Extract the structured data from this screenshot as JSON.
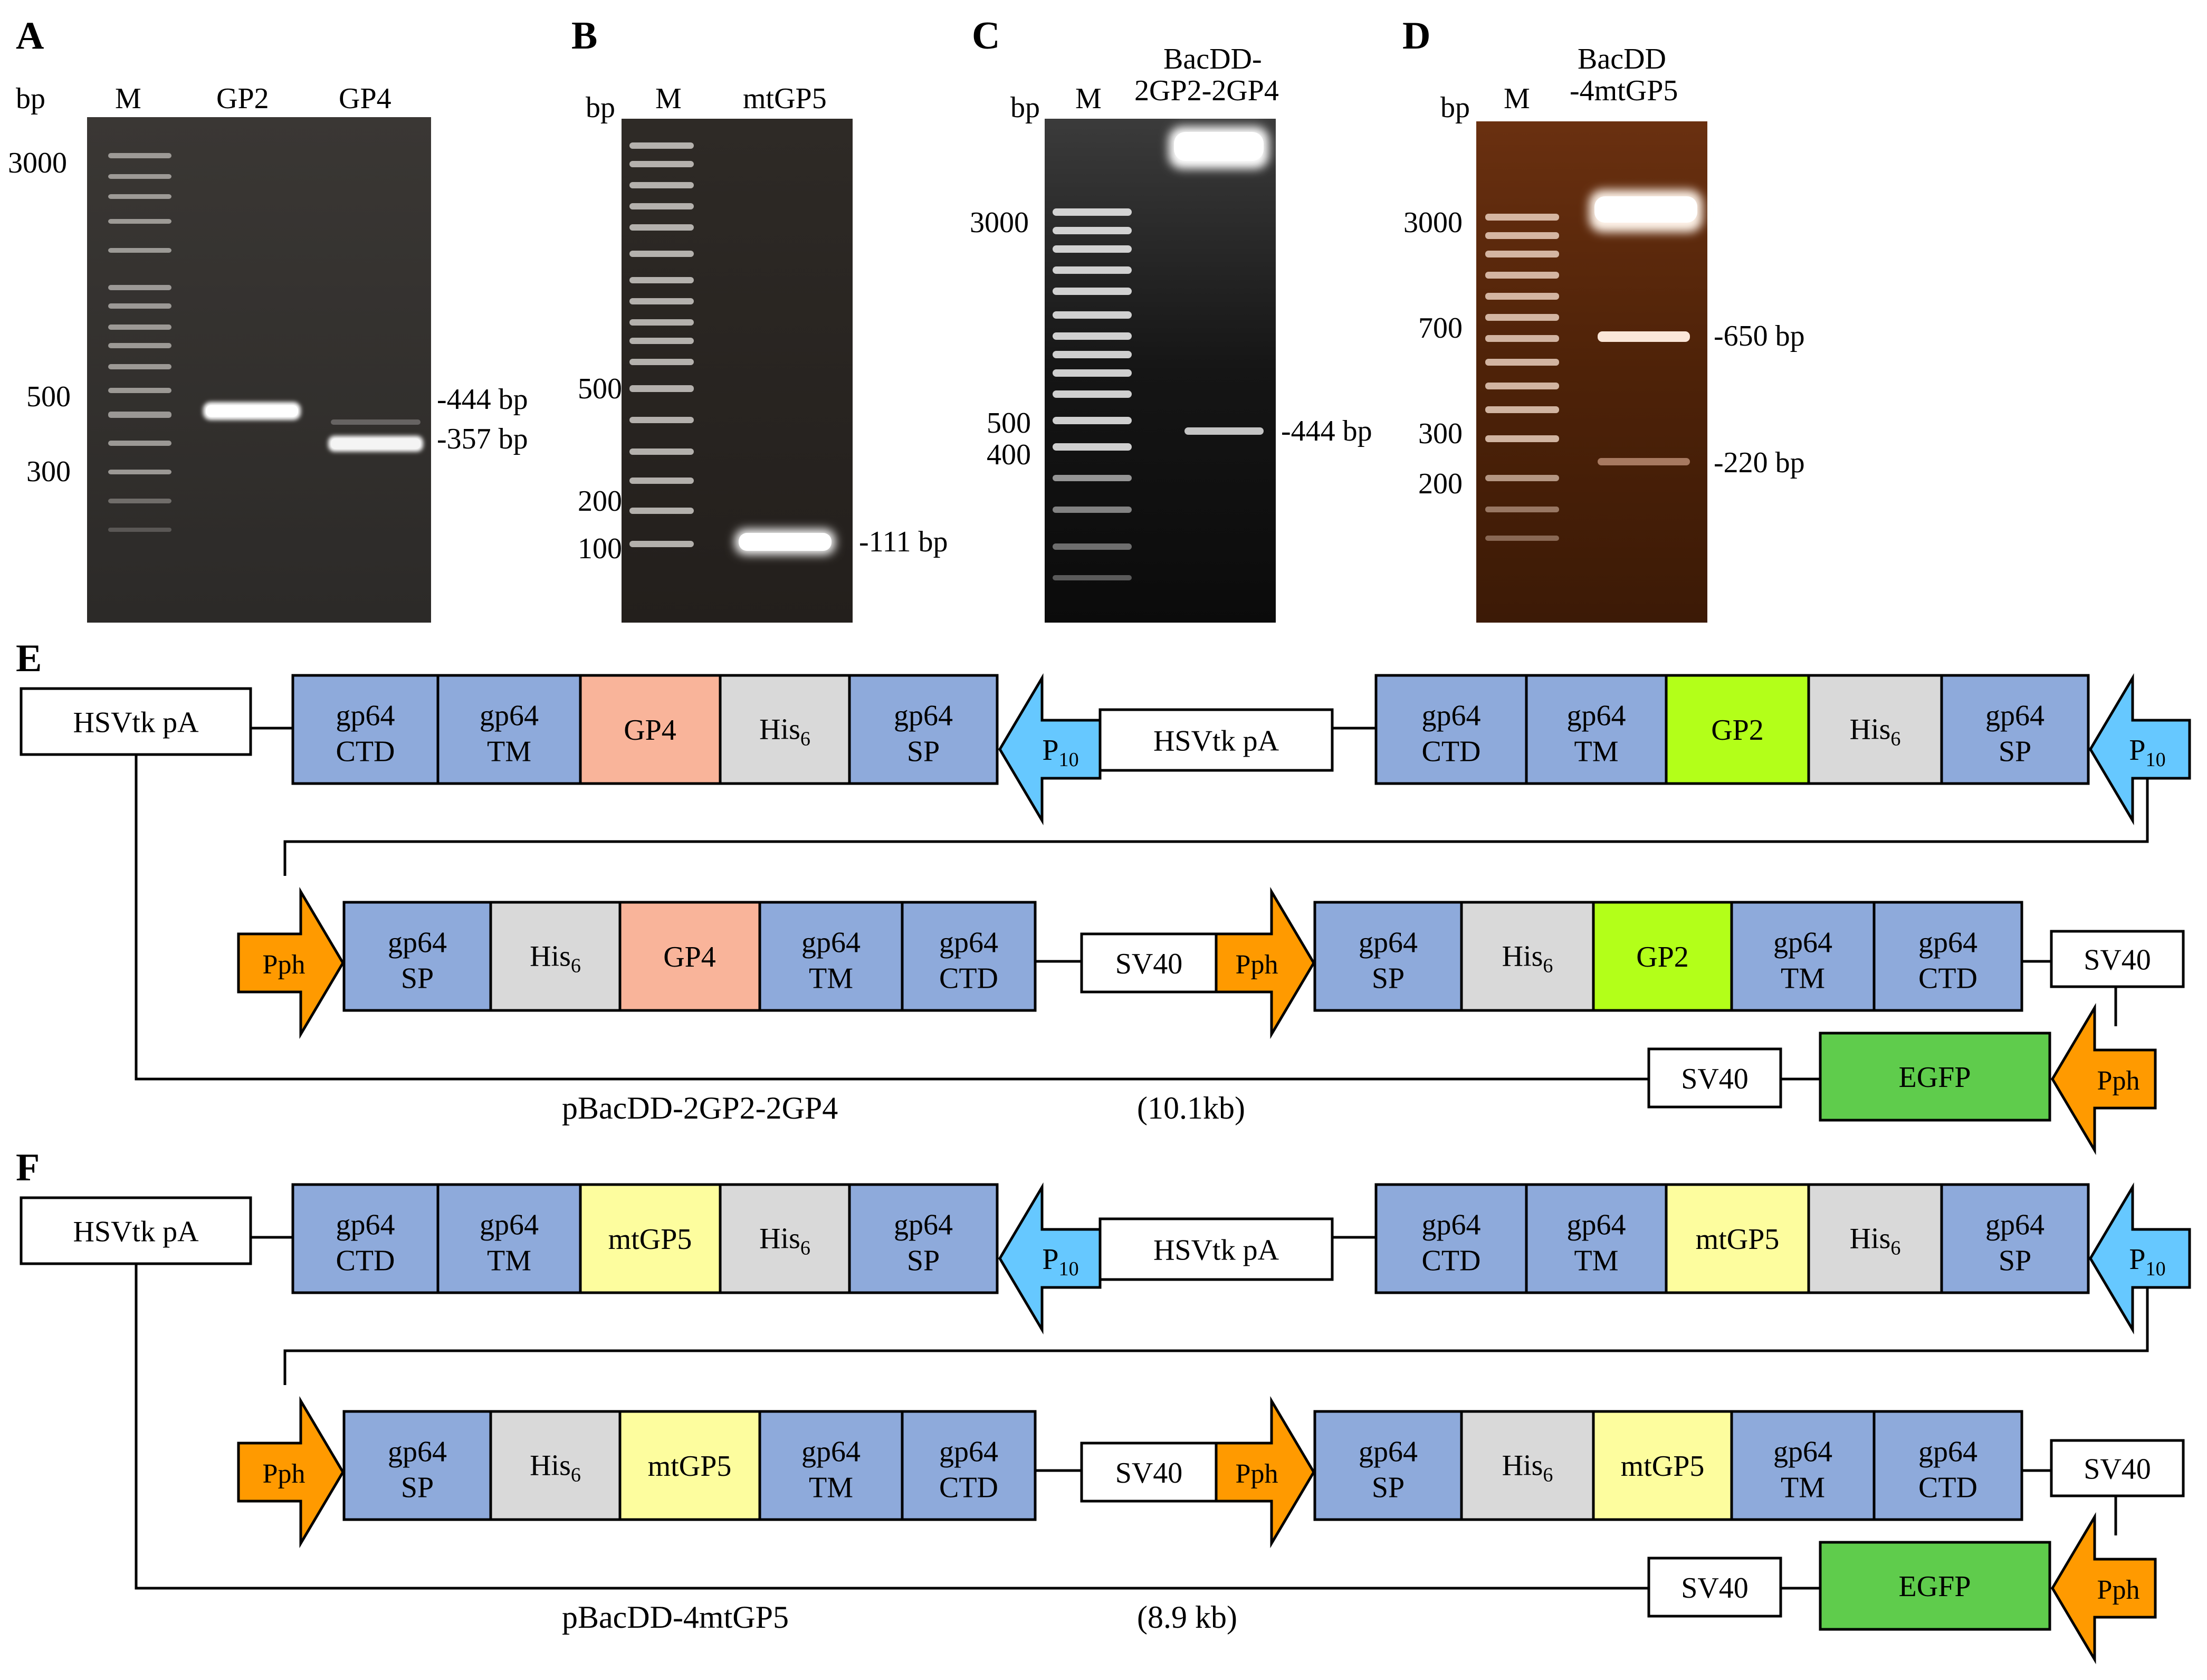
{
  "panels": {
    "A": {
      "letter": "A",
      "unit": "bp",
      "lanes": [
        "M",
        "GP2",
        "GP4"
      ],
      "ladder": [
        "3000",
        "500",
        "300"
      ],
      "bands": [
        "-444 bp",
        "-357 bp"
      ]
    },
    "B": {
      "letter": "B",
      "unit": "bp",
      "lanes": [
        "M",
        "mtGP5"
      ],
      "ladder": [
        "500",
        "200",
        "100"
      ],
      "bands": [
        "-111 bp"
      ]
    },
    "C": {
      "letter": "C",
      "unit": "bp",
      "lanes": [
        "M",
        "BacDD-",
        "2GP2-2GP4"
      ],
      "ladder": [
        "3000",
        "500",
        "400"
      ],
      "bands": [
        "-444 bp"
      ]
    },
    "D": {
      "letter": "D",
      "unit": "bp",
      "lanes": [
        "M",
        "BacDD",
        "-4mtGP5"
      ],
      "ladder": [
        "3000",
        "700",
        "300",
        "200"
      ],
      "bands": [
        "-650 bp",
        "-220 bp"
      ]
    }
  },
  "constructs": {
    "E": {
      "letter": "E",
      "gene_a": "GP4",
      "gene_b": "GP2",
      "gene_a_color": "#f9b49a",
      "gene_b_color": "#b3ff19",
      "name": "pBacDD-2GP2-2GP4",
      "size": "(10.1kb)"
    },
    "F": {
      "letter": "F",
      "gene_a": "mtGP5",
      "gene_b": "mtGP5",
      "gene_a_color": "#fdfd9e",
      "gene_b_color": "#fdfd9e",
      "name": "pBacDD-4mtGP5",
      "size": "(8.9 kb)"
    }
  },
  "labels": {
    "hsvtk": "HSVtk pA",
    "sv40": "SV40",
    "egfp": "EGFP",
    "pph": "Pph",
    "p10_main": "P",
    "p10_sub": "10",
    "his_main": "His",
    "his_sub": "6",
    "gp64": "gp64",
    "ctd": "CTD",
    "tm": "TM",
    "sp": "SP"
  },
  "colors": {
    "domain_blue": "#8eaadb",
    "his_gray": "#d9d9d9",
    "p10_blue": "#66c8ff",
    "pph_orange": "#ff9a00",
    "egfp_green": "#5fcc4c"
  }
}
